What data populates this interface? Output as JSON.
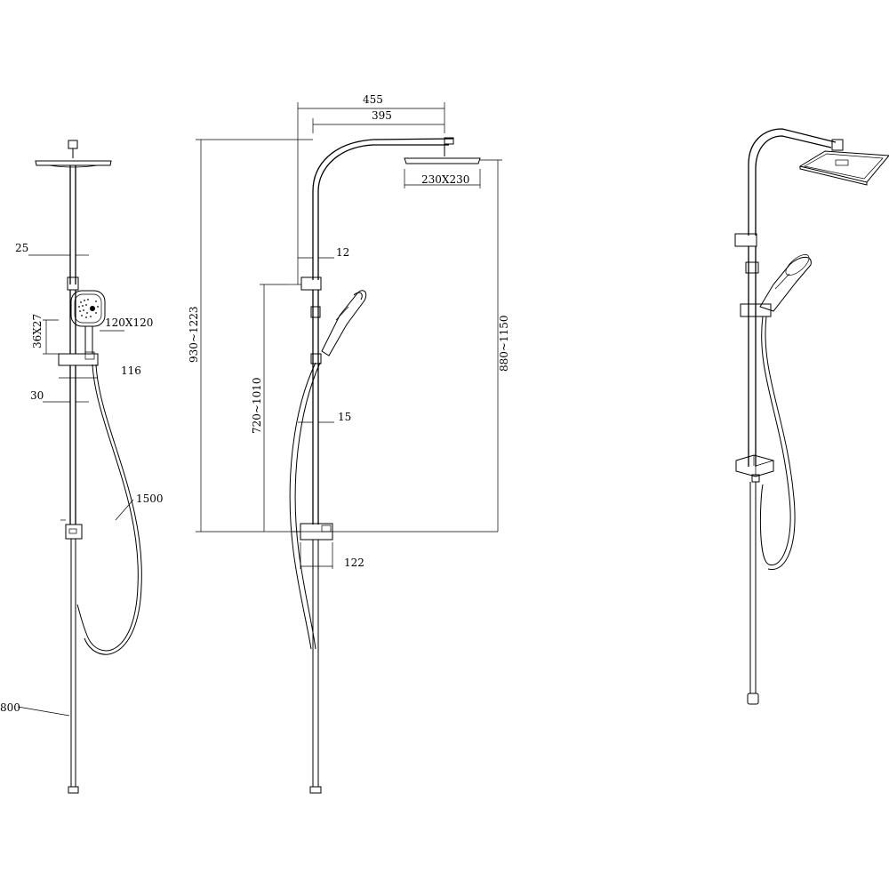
{
  "views": {
    "front": {
      "dims": {
        "pipe_width": "25",
        "hand_shower_head": "120X120",
        "holder_size": "36X27",
        "holder_depth": "116",
        "bar_width": "30",
        "hose_length": "1500",
        "bar_length": "800"
      }
    },
    "side": {
      "dims": {
        "arm_reach_total": "455",
        "arm_reach_head": "395",
        "overhead_size": "230X230",
        "upper_tube": "12",
        "total_height": "930~1223",
        "adjust_range": "720~1010",
        "head_height": "880~1150",
        "lower_tube": "15",
        "mixer_depth": "122"
      }
    },
    "perspective": {}
  }
}
